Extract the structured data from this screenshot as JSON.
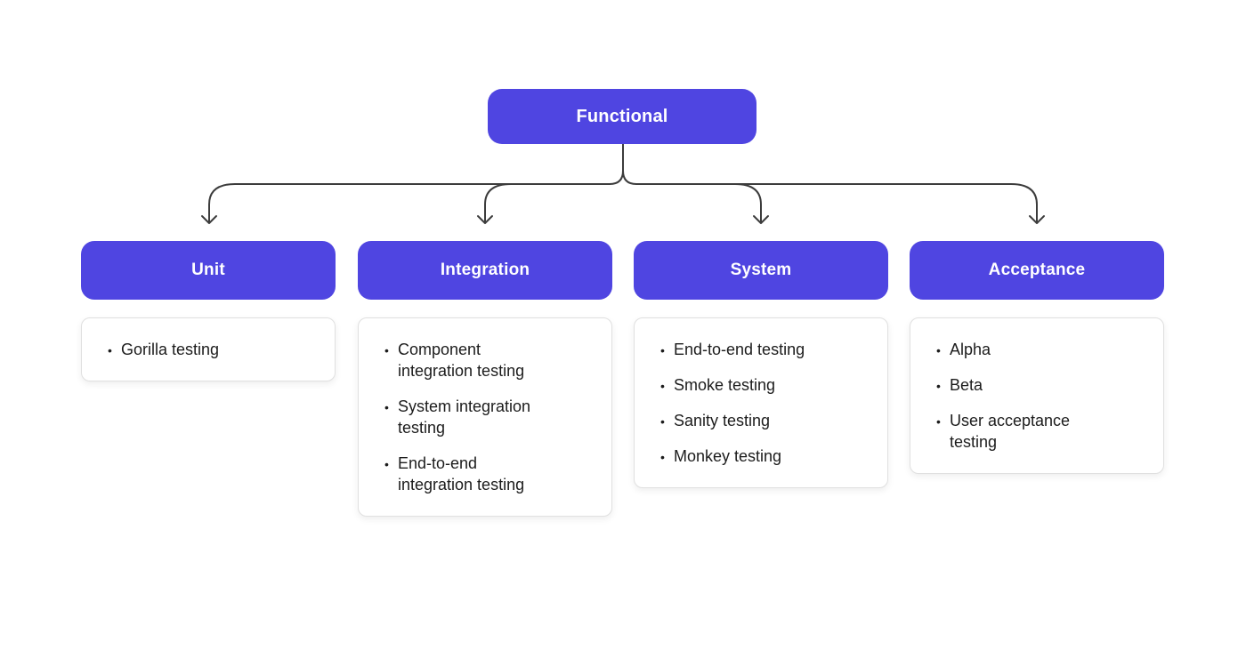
{
  "root": {
    "label": "Functional"
  },
  "branches": [
    {
      "label": "Unit",
      "items": [
        "Gorilla testing"
      ]
    },
    {
      "label": "Integration",
      "items": [
        "Component integration testing",
        "System integration testing",
        "End-to-end integration testing"
      ]
    },
    {
      "label": "System",
      "items": [
        "End-to-end testing",
        "Smoke testing",
        "Sanity testing",
        "Monkey testing"
      ]
    },
    {
      "label": "Acceptance",
      "items": [
        "Alpha",
        "Beta",
        "User acceptance testing"
      ]
    }
  ],
  "colors": {
    "node_fill": "#4F45E1",
    "node_text": "#FFFFFF",
    "connector": "#3C3C3C",
    "card_border": "#E0E0E0",
    "card_text": "#1C1C1C",
    "background": "#FFFFFF"
  }
}
